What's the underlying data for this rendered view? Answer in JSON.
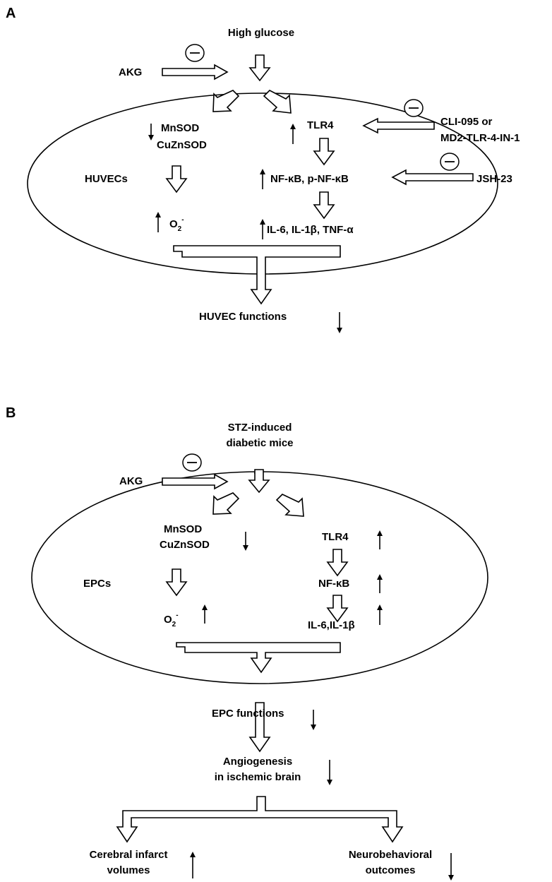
{
  "panel_a": {
    "label": "A",
    "stimulus": "High glucose",
    "inhibitor": "AKG",
    "cell": "HUVECs",
    "sod": [
      "MnSOD",
      "CuZnSOD"
    ],
    "superoxide": {
      "base": "O",
      "sub": "2",
      "sup": "-"
    },
    "tlr4": "TLR4",
    "nfkb": "NF-κB, p-NF-κB",
    "cytokines": "IL-6, IL-1β, TNF-α",
    "tlr4_inhibitor": [
      "CLI-095 or",
      "MD2-TLR-4-IN-1"
    ],
    "nfkb_inhibitor": "JSH-23",
    "outcome": "HUVEC functions"
  },
  "panel_b": {
    "label": "B",
    "stimulus": [
      "STZ-induced",
      "diabetic mice"
    ],
    "inhibitor": "AKG",
    "cell": "EPCs",
    "sod": [
      "MnSOD",
      "CuZnSOD"
    ],
    "superoxide": {
      "base": "O",
      "sub": "2",
      "sup": "-"
    },
    "tlr4": "TLR4",
    "nfkb": "NF-κB",
    "cytokines": "IL-6,IL-1β",
    "outcome": "EPC functions",
    "angiogenesis": [
      "Angiogenesis",
      "in ischemic brain"
    ],
    "infarct": [
      "Cerebral infarct",
      "volumes"
    ],
    "neuro": [
      "Neurobehavioral",
      "outcomes"
    ]
  },
  "symbols": {
    "inhibit": "⊖"
  }
}
